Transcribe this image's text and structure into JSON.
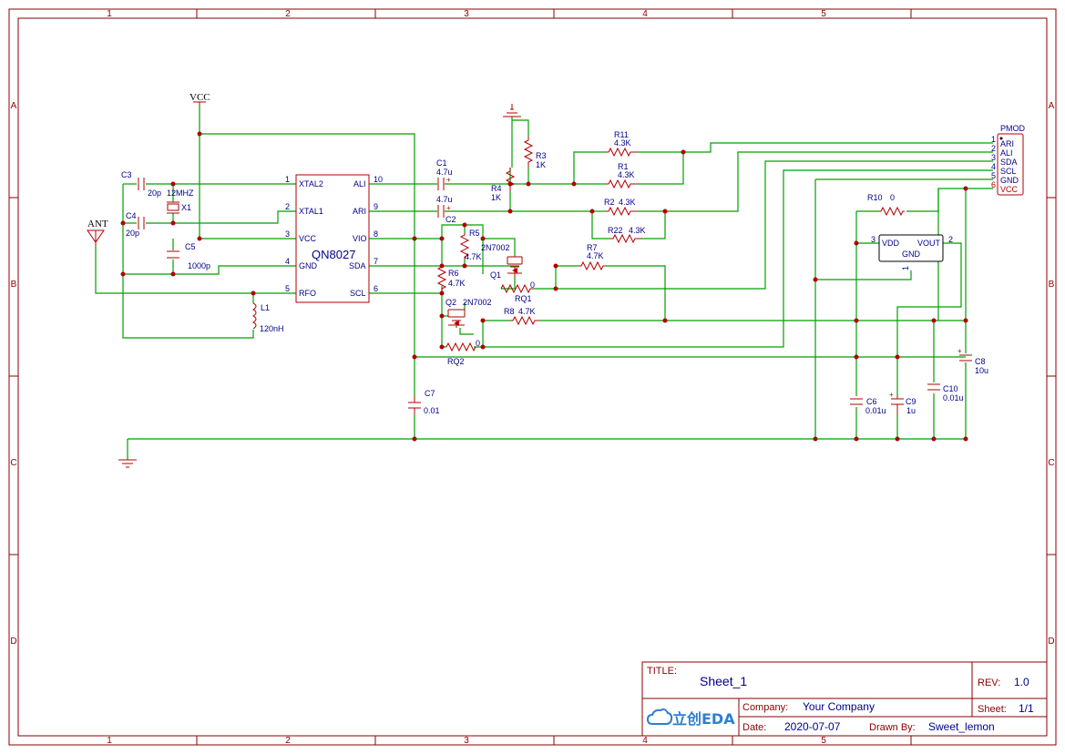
{
  "border": {
    "columns": [
      "1",
      "2",
      "3",
      "4",
      "5"
    ],
    "rows": [
      "A",
      "B",
      "C",
      "D"
    ]
  },
  "title_block": {
    "title_label": "TITLE:",
    "title": "Sheet_1",
    "rev_label": "REV:",
    "rev": "1.0",
    "company_label": "Company:",
    "company": "Your Company",
    "sheet_label": "Sheet:",
    "sheet": "1/1",
    "date_label": "Date:",
    "date": "2020-07-07",
    "drawn_label": "Drawn By:",
    "drawn_by": "Sweet_lemon",
    "logo": "立创EDA"
  },
  "ic": {
    "name": "QN8027",
    "left_pins": [
      {
        "num": "1",
        "name": "XTAL2"
      },
      {
        "num": "2",
        "name": "XTAL1"
      },
      {
        "num": "3",
        "name": "VCC"
      },
      {
        "num": "4",
        "name": "GND"
      },
      {
        "num": "5",
        "name": "RFO"
      }
    ],
    "right_pins": [
      {
        "num": "10",
        "name": "ALI"
      },
      {
        "num": "9",
        "name": "ARI"
      },
      {
        "num": "8",
        "name": "VIO"
      },
      {
        "num": "7",
        "name": "SDA"
      },
      {
        "num": "6",
        "name": "SCL"
      }
    ]
  },
  "regulator": {
    "vdd": "VDD",
    "vout": "VOUT",
    "gnd": "GND",
    "pin_vdd": "3",
    "pin_vout": "2",
    "pin_gnd": "1"
  },
  "pmod": {
    "name": "PMOD",
    "pins": [
      {
        "num": "1",
        "name": "ARI"
      },
      {
        "num": "2",
        "name": "ALI"
      },
      {
        "num": "3",
        "name": "SDA"
      },
      {
        "num": "4",
        "name": "SCL"
      },
      {
        "num": "5",
        "name": "GND"
      },
      {
        "num": "6",
        "name": "VCC"
      }
    ]
  },
  "nets": {
    "vcc": "VCC",
    "ant": "ANT"
  },
  "components": {
    "C3": {
      "ref": "C3",
      "value": "20p"
    },
    "C4": {
      "ref": "C4",
      "value": "20p"
    },
    "X1": {
      "ref": "X1",
      "value": "12MHZ"
    },
    "C5": {
      "ref": "C5",
      "value": "1000p"
    },
    "L1": {
      "ref": "L1",
      "value": "120nH"
    },
    "C1": {
      "ref": "C1",
      "value": "4.7u"
    },
    "C2": {
      "ref": "C2",
      "value": "4.7u"
    },
    "R3": {
      "ref": "R3",
      "value": "1K"
    },
    "R4": {
      "ref": "R4",
      "value": "1K"
    },
    "R11": {
      "ref": "R11",
      "value": "4.3K"
    },
    "R1": {
      "ref": "R1",
      "value": "4.3K"
    },
    "R2": {
      "ref": "R2",
      "value": "4.3K"
    },
    "R22": {
      "ref": "R22",
      "value": "4.3K"
    },
    "R5": {
      "ref": "R5",
      "value": "4.7K"
    },
    "R6": {
      "ref": "R6",
      "value": "4.7K"
    },
    "Q1": {
      "ref": "Q1",
      "value": "2N7002"
    },
    "Q2": {
      "ref": "Q2",
      "value": "2N7002"
    },
    "RQ1": {
      "ref": "RQ1",
      "value": "0"
    },
    "RQ2": {
      "ref": "RQ2",
      "value": "0"
    },
    "R7": {
      "ref": "R7",
      "value": "4.7K"
    },
    "R8": {
      "ref": "R8",
      "value": "4.7K"
    },
    "R10": {
      "ref": "R10",
      "value": "0"
    },
    "C7": {
      "ref": "C7",
      "value": "0.01"
    },
    "C6": {
      "ref": "C6",
      "value": "0.01u"
    },
    "C9": {
      "ref": "C9",
      "value": "1u"
    },
    "C10": {
      "ref": "C10",
      "value": "0.01u"
    },
    "C8": {
      "ref": "C8",
      "value": "10u"
    }
  }
}
